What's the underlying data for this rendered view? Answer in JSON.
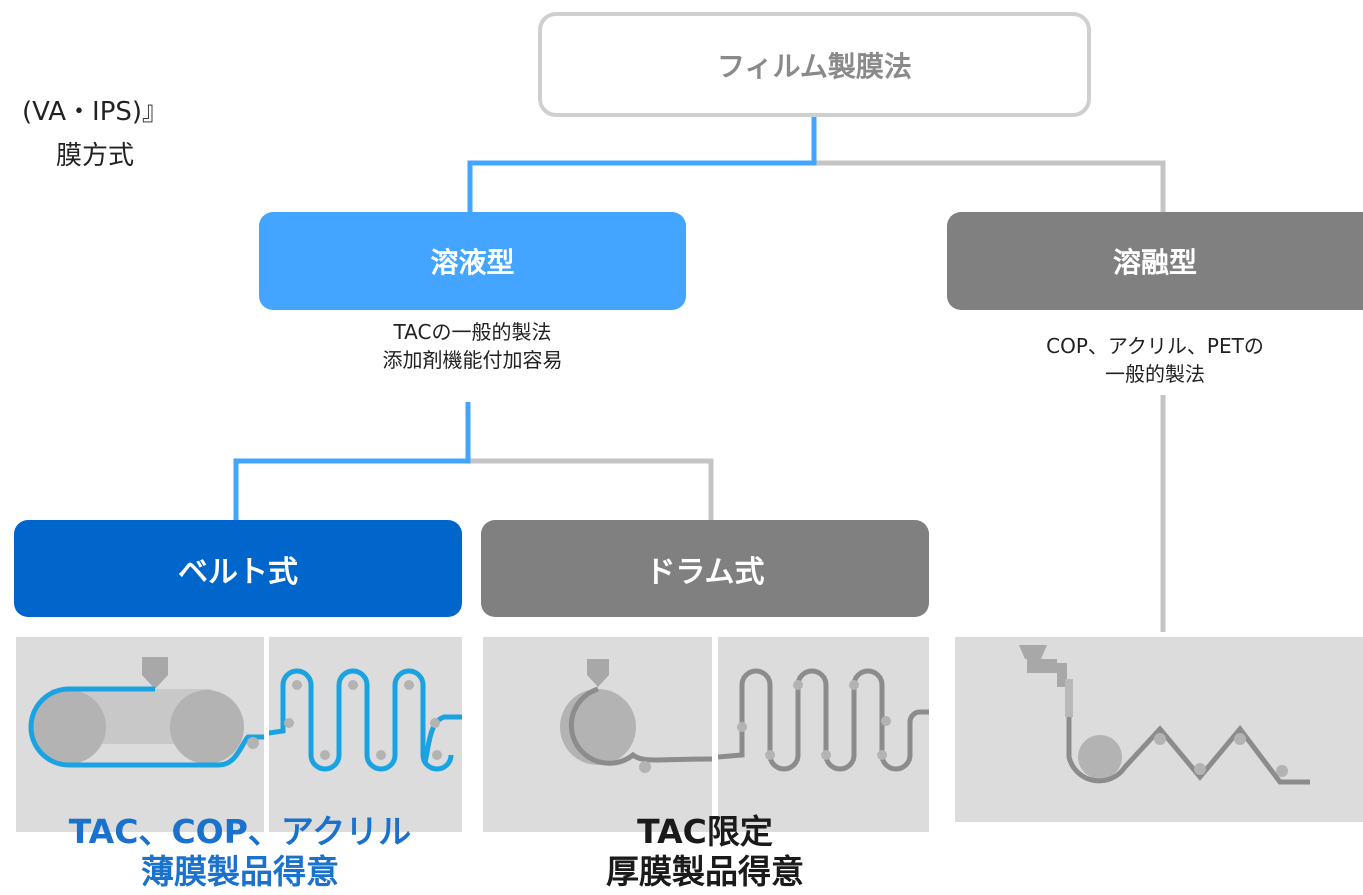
{
  "caption_fragment": {
    "line1": "(VA・IPS)』",
    "line2": "膜方式"
  },
  "root": {
    "label": "フィルム製膜法"
  },
  "solution_type": {
    "label": "溶液型",
    "desc_line1": "TACの一般的製法",
    "desc_line2": "添加剤機能付加容易"
  },
  "melt_type": {
    "label": "溶融型",
    "desc_line1": "COP、アクリル、PETの",
    "desc_line2": "一般的製法"
  },
  "belt_type": {
    "label": "ベルト式",
    "result_line1": "TAC、COP、アクリル",
    "result_line2": "薄膜製品得意"
  },
  "drum_type": {
    "label": "ドラム式",
    "result_line1": "TAC限定",
    "result_line2": "厚膜製品得意"
  },
  "colors": {
    "highlight_connector": "#43a5ff",
    "gray_connector": "#c4c4c4",
    "solution_node": "#43a5ff",
    "belt_node": "#0066cc",
    "gray_node": "#808080",
    "belt_illustration_line": "#1aa3e0",
    "gray_illustration_line": "#8c8c8c",
    "illustration_bg": "#dcdcdc"
  }
}
